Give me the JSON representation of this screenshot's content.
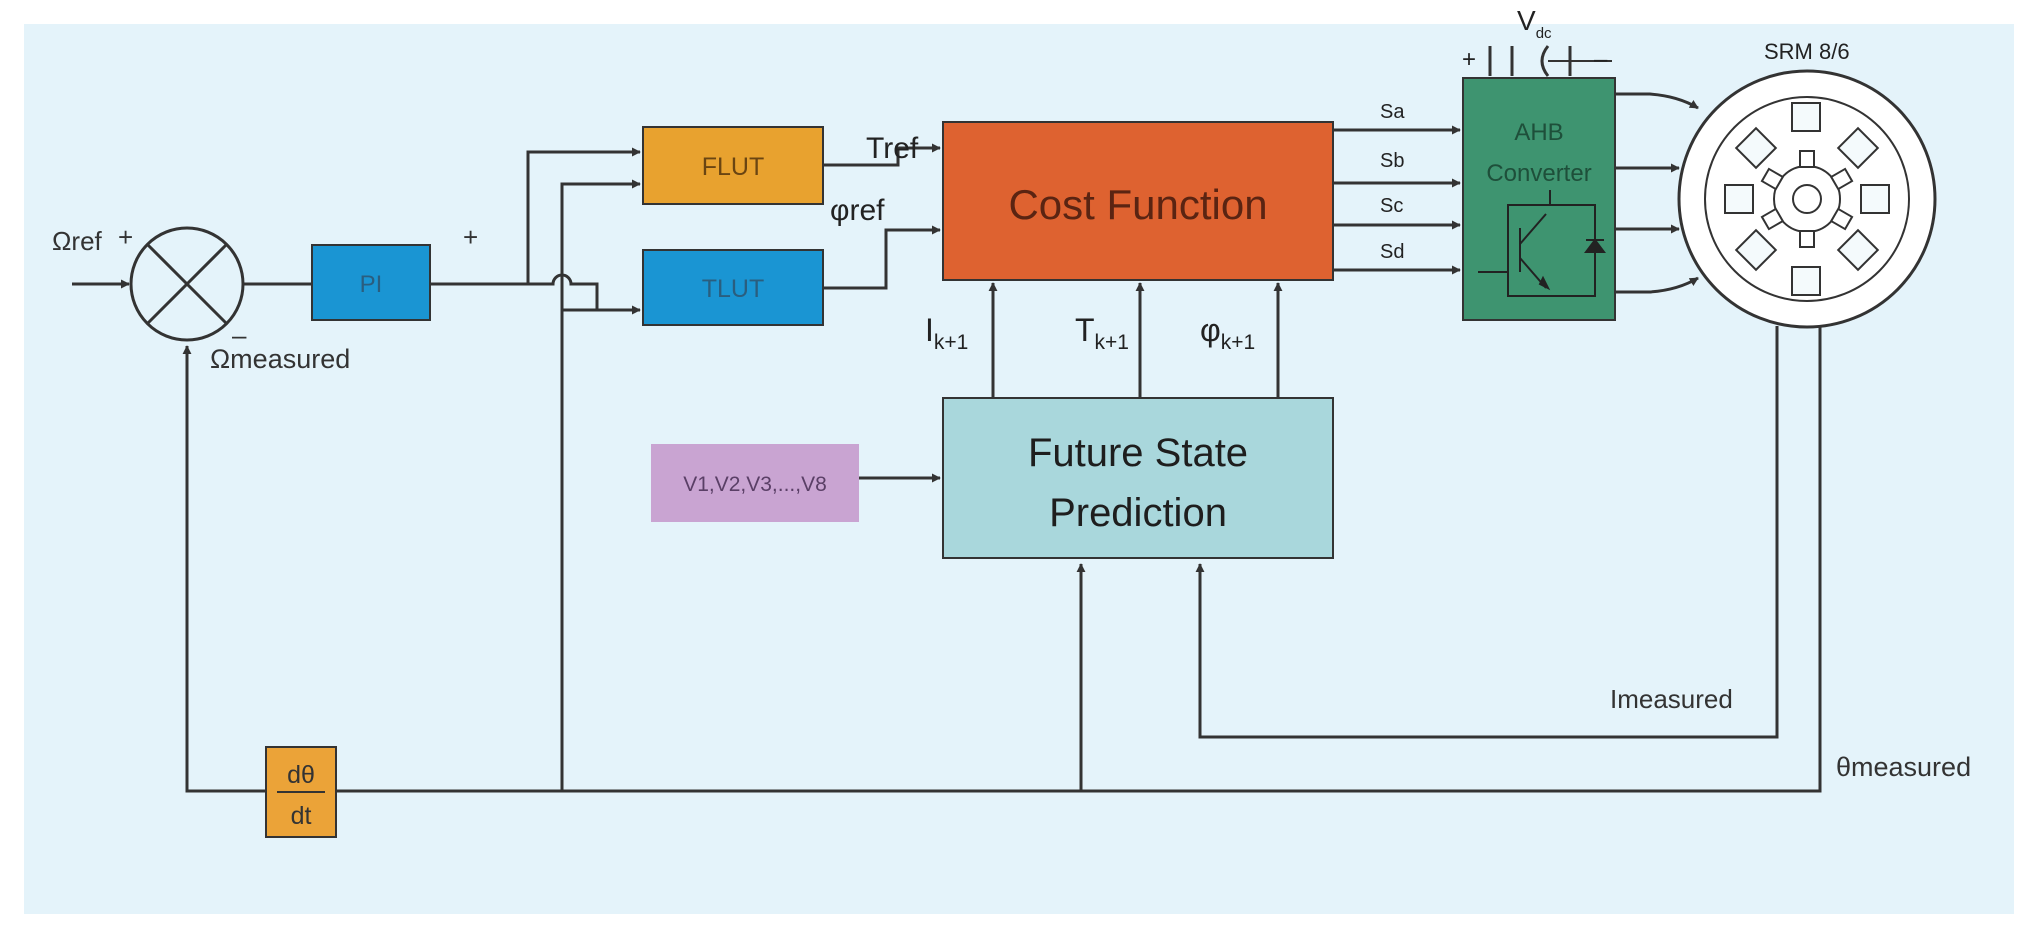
{
  "diagram": {
    "inputs": {
      "omega_ref": "Ωref",
      "plus_sign": "+",
      "minus_sign": "–",
      "omega_measured": "Ωmeasured",
      "pi_out_plus": "+"
    },
    "blocks": {
      "pi": "PI",
      "flut": "FLUT",
      "tlut": "TLUT",
      "cost_function": "Cost Function",
      "future_state_line1": "Future State",
      "future_state_line2": "Prediction",
      "voltage_vectors": "V1,V2,V3,...,V8",
      "converter_line1": "AHB",
      "converter_line2": "Converter",
      "derivative_num": "dθ",
      "derivative_den": "dt",
      "motor": "SRM 8/6"
    },
    "signals": {
      "tref": "Tref",
      "phiref": "φref",
      "sa": "Sa",
      "sb": "Sb",
      "sc": "Sc",
      "sd": "Sd",
      "vdc": "V",
      "vdc_sub": "dc",
      "vdc_plus": "+",
      "vdc_minus": "–",
      "i_next": "I",
      "t_next": "T",
      "phi_next": "φ",
      "k_plus_1": "k+1",
      "i_measured": "Imeasured",
      "theta_measured": "θmeasured"
    },
    "colors": {
      "background": "#e4f3fa",
      "pi": "#1a95d3",
      "flut": "#e8a22f",
      "tlut": "#1a95d3",
      "cost_function": "#de6230",
      "future_state": "#a9d7dc",
      "voltage_vectors": "#c9a4d2",
      "converter": "#3e9470",
      "derivative": "#eba338",
      "line": "#333333"
    }
  }
}
